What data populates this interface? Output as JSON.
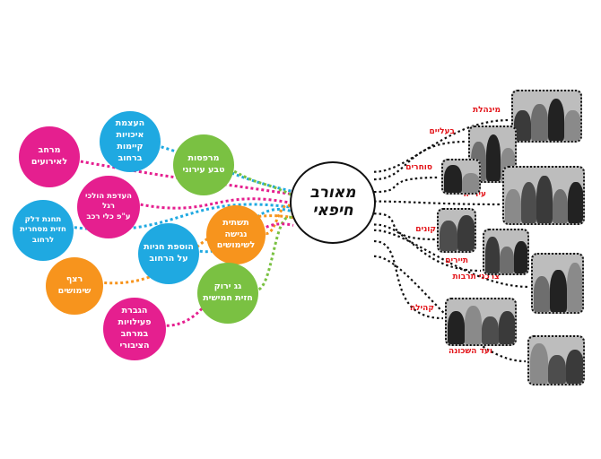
{
  "center": {
    "label": "מאורב\nחיפאי"
  },
  "colors": {
    "magenta": "#e51f8f",
    "cyan": "#1fa9e1",
    "green": "#7ac142",
    "orange": "#f7941d",
    "stakeholder_red": "#e3151a",
    "line": "#111111"
  },
  "topics": [
    {
      "id": "events",
      "label": "מרחב לאירועים",
      "color": "magenta"
    },
    {
      "id": "identity",
      "label": "העצמת איכויות\nקיימות ברחוב",
      "color": "cyan"
    },
    {
      "id": "urban_nature",
      "label": "מרפסות\nטבע עירוני",
      "color": "green"
    },
    {
      "id": "pedestrian",
      "label": "העדפת הולכי רגל\nע\"פ כלי רכב",
      "color": "magenta"
    },
    {
      "id": "fuel_station",
      "label": "תחנת דלק\nחזית מסחרית\nלרחוב",
      "color": "cyan"
    },
    {
      "id": "accessibility",
      "label": "תשתית נגישה\nלשימושים",
      "color": "orange"
    },
    {
      "id": "stores",
      "label": "הוספת חניות\nעל הרחוב",
      "color": "cyan"
    },
    {
      "id": "use_continuity",
      "label": "רצף שימושים",
      "color": "orange"
    },
    {
      "id": "green_roof",
      "label": "גג ירוק\nחזית חמישית",
      "color": "green"
    },
    {
      "id": "public_activity",
      "label": "הגברת פעילויות\nבמרחב הציבורי",
      "color": "magenta"
    }
  ],
  "stakeholders": [
    {
      "id": "municipality",
      "label": "מינהלת"
    },
    {
      "id": "owners",
      "label": "בעליים"
    },
    {
      "id": "merchants",
      "label": "סוחרים"
    },
    {
      "id": "city",
      "label": "עירייה"
    },
    {
      "id": "buyers",
      "label": "קונים"
    },
    {
      "id": "tourists",
      "label": "תיירים"
    },
    {
      "id": "consumers",
      "label": "צרכני תרבות"
    },
    {
      "id": "community",
      "label": "קהילה"
    },
    {
      "id": "neighborhood_committee",
      "label": "ועד השכונה"
    }
  ]
}
